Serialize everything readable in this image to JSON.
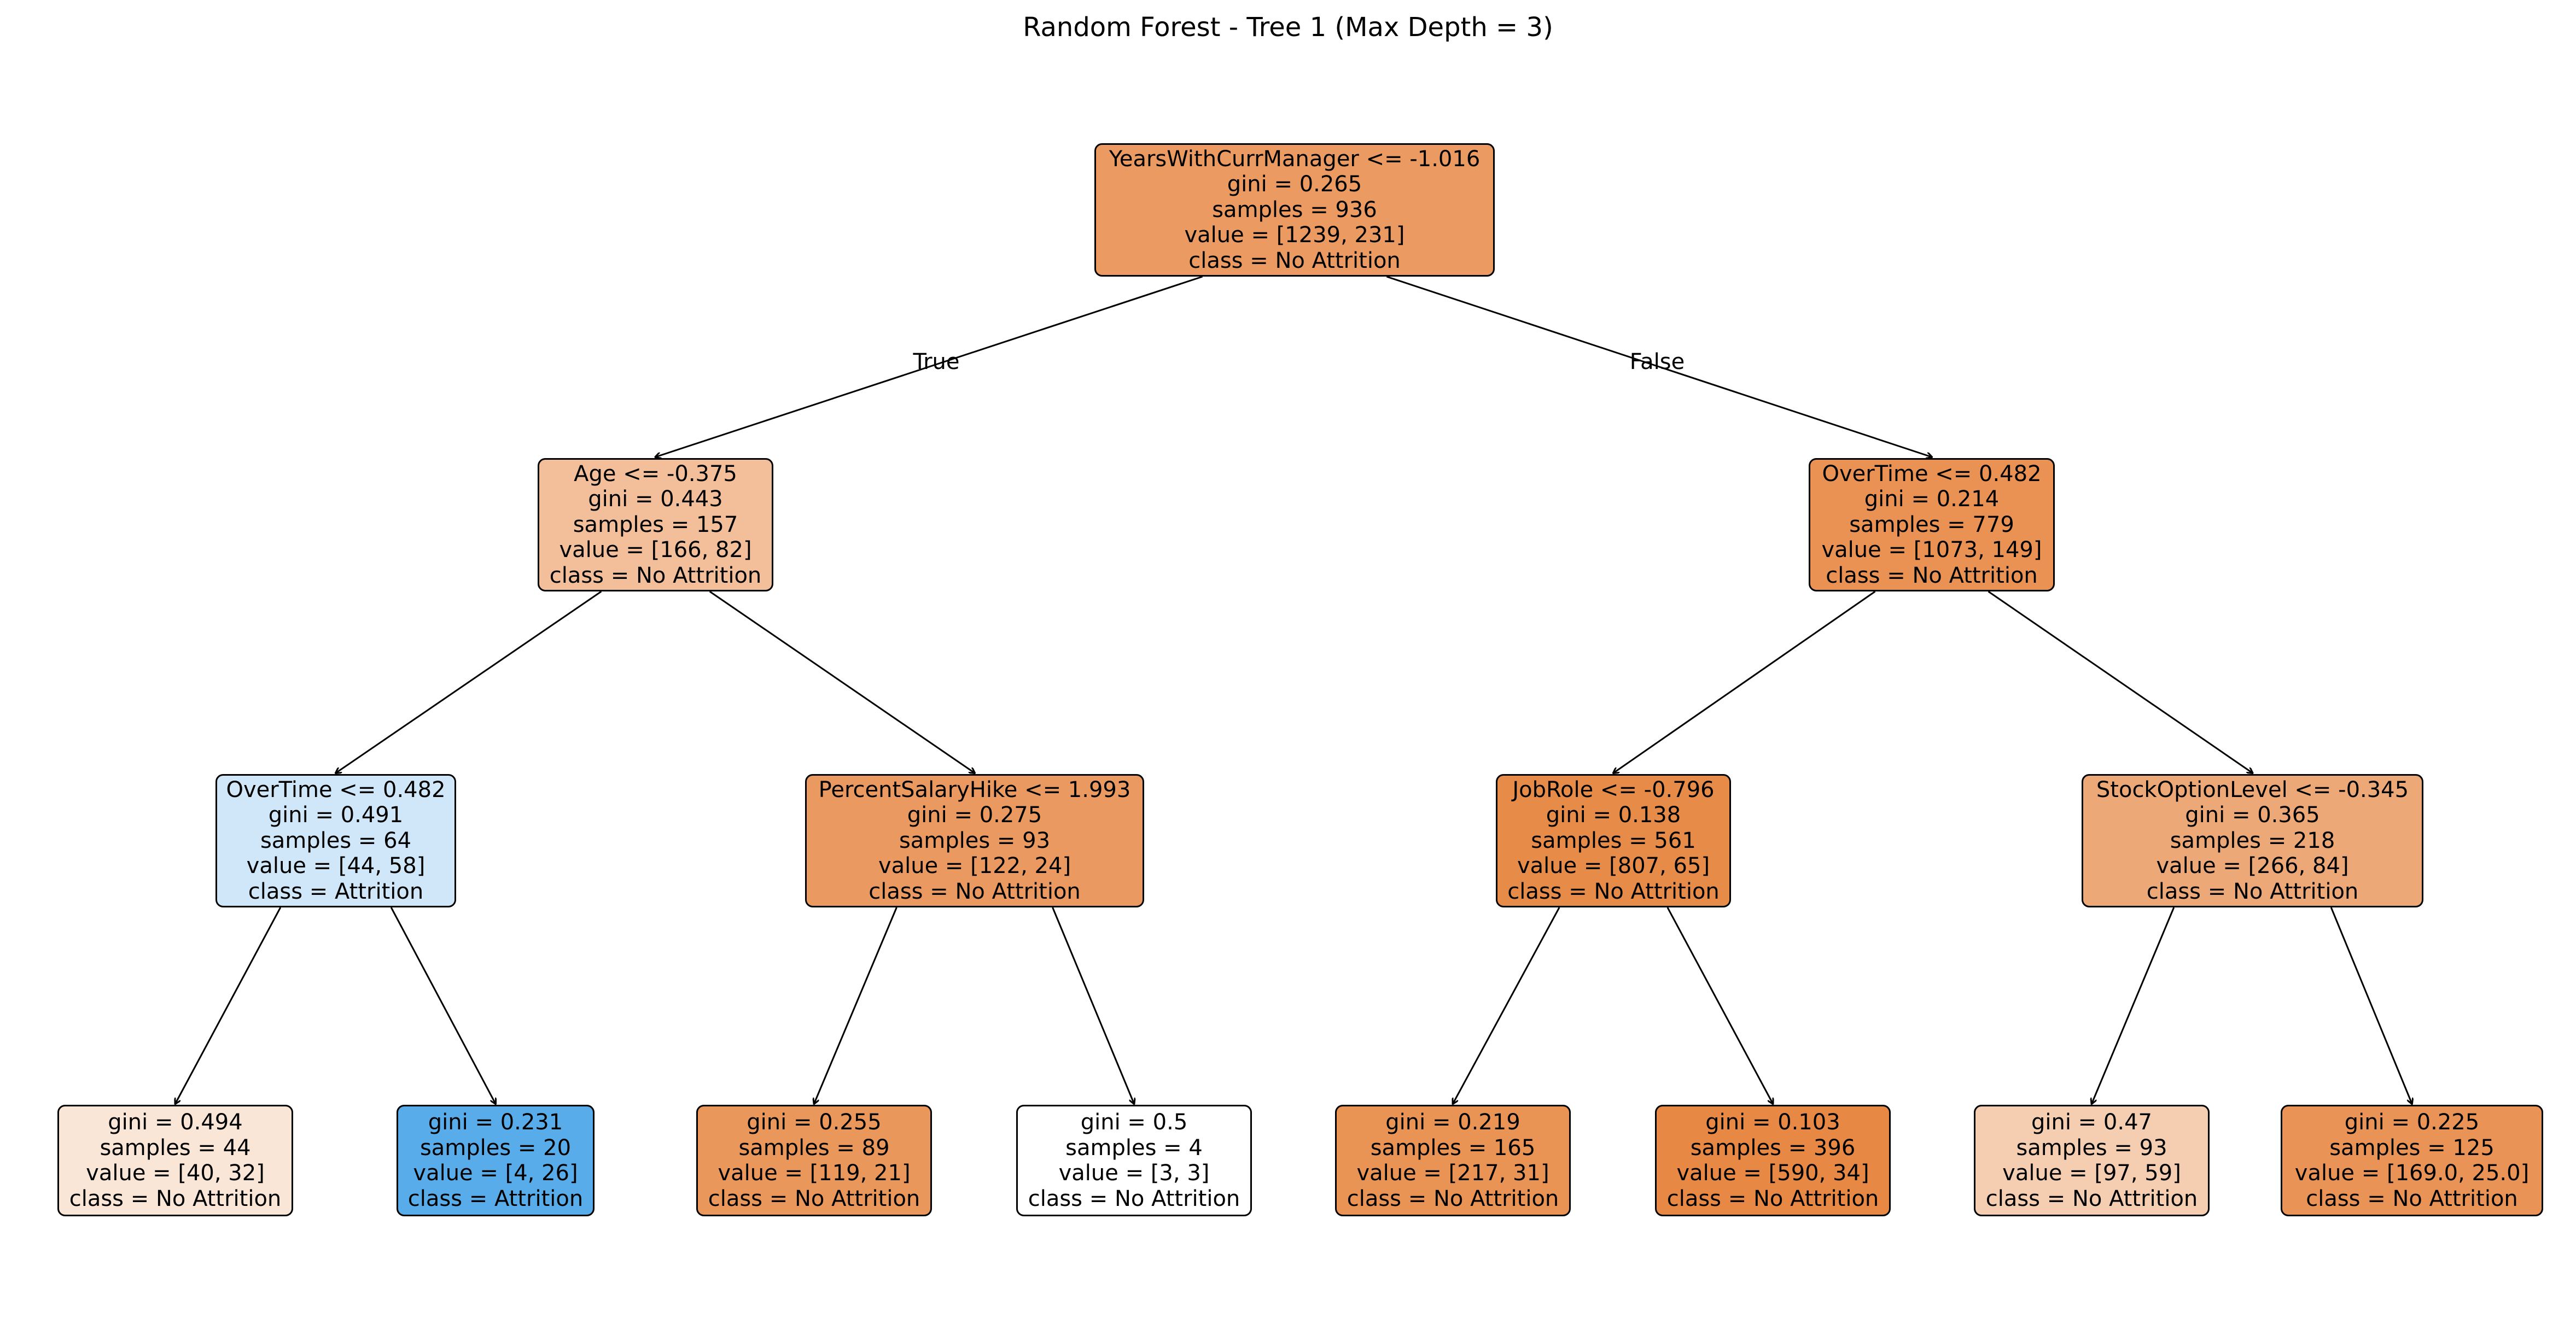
{
  "title": "Random Forest - Tree 1 (Max Depth = 3)",
  "edge_labels": {
    "left": "True",
    "right": "False"
  },
  "nodes": [
    {
      "id": "n0",
      "split": "YearsWithCurrManager <= -1.016",
      "gini": "gini = 0.265",
      "samples": "samples = 936",
      "value": "value = [1239, 231]",
      "class": "class = No Attrition",
      "color": "#eb9a61"
    },
    {
      "id": "n1",
      "split": "Age <= -0.375",
      "gini": "gini = 0.443",
      "samples": "samples = 157",
      "value": "value = [166, 82]",
      "class": "class = No Attrition",
      "color": "#f2bf9a"
    },
    {
      "id": "n2",
      "split": "OverTime <= 0.482",
      "gini": "gini = 0.491",
      "samples": "samples = 64",
      "value": "value = [44, 58]",
      "class": "class = Attrition",
      "color": "#cfe7f9"
    },
    {
      "id": "n3",
      "split": "",
      "gini": "gini = 0.494",
      "samples": "samples = 44",
      "value": "value = [40, 32]",
      "class": "class = No Attrition",
      "color": "#fae6d7"
    },
    {
      "id": "n4",
      "split": "",
      "gini": "gini = 0.231",
      "samples": "samples = 20",
      "value": "value = [4, 26]",
      "class": "class = Attrition",
      "color": "#57ace9"
    },
    {
      "id": "n5",
      "split": "PercentSalaryHike <= 1.993",
      "gini": "gini = 0.275",
      "samples": "samples = 93",
      "value": "value = [122, 24]",
      "class": "class = No Attrition",
      "color": "#ea9a60"
    },
    {
      "id": "n6",
      "split": "",
      "gini": "gini = 0.255",
      "samples": "samples = 89",
      "value": "value = [119, 21]",
      "class": "class = No Attrition",
      "color": "#ea975c"
    },
    {
      "id": "n7",
      "split": "",
      "gini": "gini = 0.5",
      "samples": "samples = 4",
      "value": "value = [3, 3]",
      "class": "class = No Attrition",
      "color": "#ffffff"
    },
    {
      "id": "n8",
      "split": "OverTime <= 0.482",
      "gini": "gini = 0.214",
      "samples": "samples = 779",
      "value": "value = [1073, 149]",
      "class": "class = No Attrition",
      "color": "#e99254"
    },
    {
      "id": "n9",
      "split": "JobRole <= -0.796",
      "gini": "gini = 0.138",
      "samples": "samples = 561",
      "value": "value = [807, 65]",
      "class": "class = No Attrition",
      "color": "#e78b49"
    },
    {
      "id": "n10",
      "split": "",
      "gini": "gini = 0.219",
      "samples": "samples = 165",
      "value": "value = [217, 31]",
      "class": "class = No Attrition",
      "color": "#e99355"
    },
    {
      "id": "n11",
      "split": "",
      "gini": "gini = 0.103",
      "samples": "samples = 396",
      "value": "value = [590, 34]",
      "class": "class = No Attrition",
      "color": "#e78844"
    },
    {
      "id": "n12",
      "split": "StockOptionLevel <= -0.345",
      "gini": "gini = 0.365",
      "samples": "samples = 218",
      "value": "value = [266, 84]",
      "class": "class = No Attrition",
      "color": "#eda877"
    },
    {
      "id": "n13",
      "split": "",
      "gini": "gini = 0.47",
      "samples": "samples = 93",
      "value": "value = [97, 59]",
      "class": "class = No Attrition",
      "color": "#f5ceb2"
    },
    {
      "id": "n14",
      "split": "",
      "gini": "gini = 0.225",
      "samples": "samples = 125",
      "value": "value = [169.0, 25.0]",
      "class": "class = No Attrition",
      "color": "#e99456"
    }
  ],
  "edges": [
    [
      "n0",
      "n1"
    ],
    [
      "n0",
      "n8"
    ],
    [
      "n1",
      "n2"
    ],
    [
      "n1",
      "n5"
    ],
    [
      "n2",
      "n3"
    ],
    [
      "n2",
      "n4"
    ],
    [
      "n5",
      "n6"
    ],
    [
      "n5",
      "n7"
    ],
    [
      "n8",
      "n9"
    ],
    [
      "n8",
      "n12"
    ],
    [
      "n9",
      "n10"
    ],
    [
      "n9",
      "n11"
    ],
    [
      "n12",
      "n13"
    ],
    [
      "n12",
      "n14"
    ]
  ]
}
